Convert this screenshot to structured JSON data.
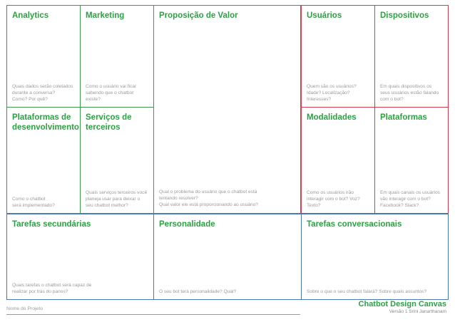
{
  "canvas": {
    "analytics": {
      "title": "Analytics",
      "hint": "Quais dados serão coletados\ndurante a conversa?\nComo? Por quê?"
    },
    "marketing": {
      "title": "Marketing",
      "hint": "Como o usuário vai ficar\nsabendo que o chatbot\nexiste?"
    },
    "value_proposition": {
      "title": "Proposição de Valor",
      "hint": "Qual o problema do usuário que o chatbot está\ntentando resolver?\nQual valor ele está proporcionando ao usuário?"
    },
    "users": {
      "title": "Usuários",
      "hint": "Quem são os usuários?\nIdade? Localização?\nInteresses?"
    },
    "devices": {
      "title": "Dispositivos",
      "hint": "Em quais dispositivos os\nseus usuários estão falando\ncom o bot?"
    },
    "dev_platforms": {
      "title": "Plataformas de\ndesenvolvimento",
      "hint": "Como o chatbot\nserá implementado?"
    },
    "third_party": {
      "title": "Serviços de\nterceiros",
      "hint": "Quais serviços terceiros você\nplaneja usar para deixar o\nseu chatbot melhor?"
    },
    "modalities": {
      "title": "Modalidades",
      "hint": "Como os usuários irão\ninteragir com o bot? Voz?\nTexto?"
    },
    "platforms": {
      "title": "Plataformas",
      "hint": "Em quais canais os usuários\nvão interagir com o bot?\nFacebook? Slack?"
    },
    "secondary_tasks": {
      "title": "Tarefas secundárias",
      "hint": "Quais tarefas o chatbot será capaz de\nrealizar por trás do panos?"
    },
    "personality": {
      "title": "Personalidade",
      "hint": "O seu bot terá personalidade? Qual?"
    },
    "conversational_tasks": {
      "title": "Tarefas conversacionais",
      "hint": "Sobre o que o seu chatbot falará? Sobre quais assuntos?"
    }
  },
  "footer": {
    "project_name_label": "Nome do Projeto",
    "brand": "Chatbot Design Canvas",
    "version": "Versão 1 Srini Janarthanam"
  },
  "colors": {
    "title_green": "#2ea043",
    "business_border": "#3a9a4a",
    "user_border": "#d63b4a",
    "tasks_border": "#4a78b0",
    "hint_gray": "#9a9a9a"
  }
}
